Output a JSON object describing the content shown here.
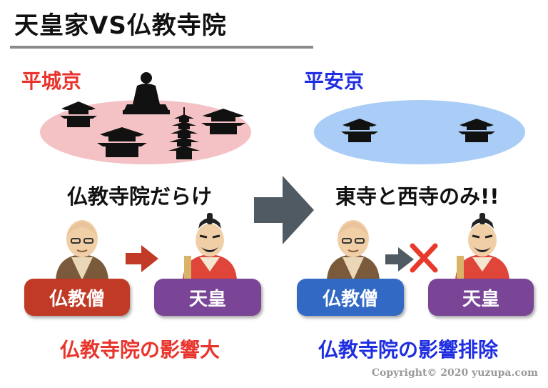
{
  "title": "天皇家VS仏教寺院",
  "left": {
    "city": "平城京",
    "caption": "仏教寺院だらけ",
    "monk_label": "仏教僧",
    "emperor_label": "天皇",
    "effect": "仏教寺院の影響大",
    "icons": [
      "temple-icon",
      "buddha-statue-icon",
      "temple-icon",
      "temple-icon",
      "pagoda-icon",
      "monk-illustration",
      "influence-arrow-icon",
      "emperor-illustration"
    ]
  },
  "right": {
    "city": "平安京",
    "caption": "東寺と西寺のみ!!",
    "monk_label": "仏教僧",
    "emperor_label": "天皇",
    "effect": "仏教寺院の影響排除",
    "icons": [
      "temple-icon",
      "temple-icon",
      "monk-illustration",
      "blocked-arrow-icon",
      "cross-icon",
      "emperor-illustration"
    ]
  },
  "transition_icon": "big-right-arrow-icon",
  "copyright": "Copyright© 2020 yuzupa.com",
  "colors": {
    "left_city": "#e8342c",
    "right_city": "#1f2ee0",
    "left_ellipse": "#f4c2c4",
    "right_ellipse": "#a9cdf6",
    "monk_left_pill": "#c13a26",
    "monk_right_pill": "#3269c4",
    "emperor_pill": "#7a4596",
    "left_effect": "#e8342c",
    "right_effect": "#1f2ee0",
    "arrow": "#c13a26",
    "cross": "#e83a2c",
    "big_arrow": "#505a63"
  }
}
